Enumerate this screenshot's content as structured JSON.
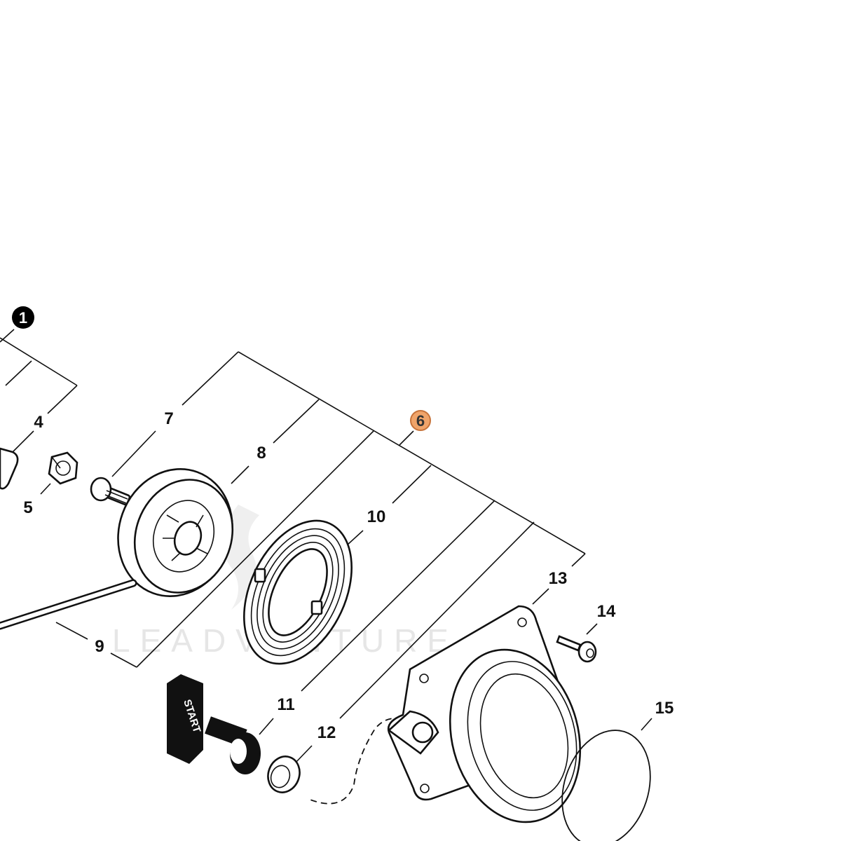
{
  "callouts": {
    "main": "1",
    "assembly": "6",
    "assembly_color": "#f0a46a",
    "main_color": "#000000"
  },
  "labels": {
    "p4": "4",
    "p5": "5",
    "p7": "7",
    "p8": "8",
    "p9": "9",
    "p10": "10",
    "p11": "11",
    "p12": "12",
    "p13": "13",
    "p14": "14",
    "p15": "15"
  },
  "handle_text": "START",
  "watermark": "LEADVENTURE"
}
